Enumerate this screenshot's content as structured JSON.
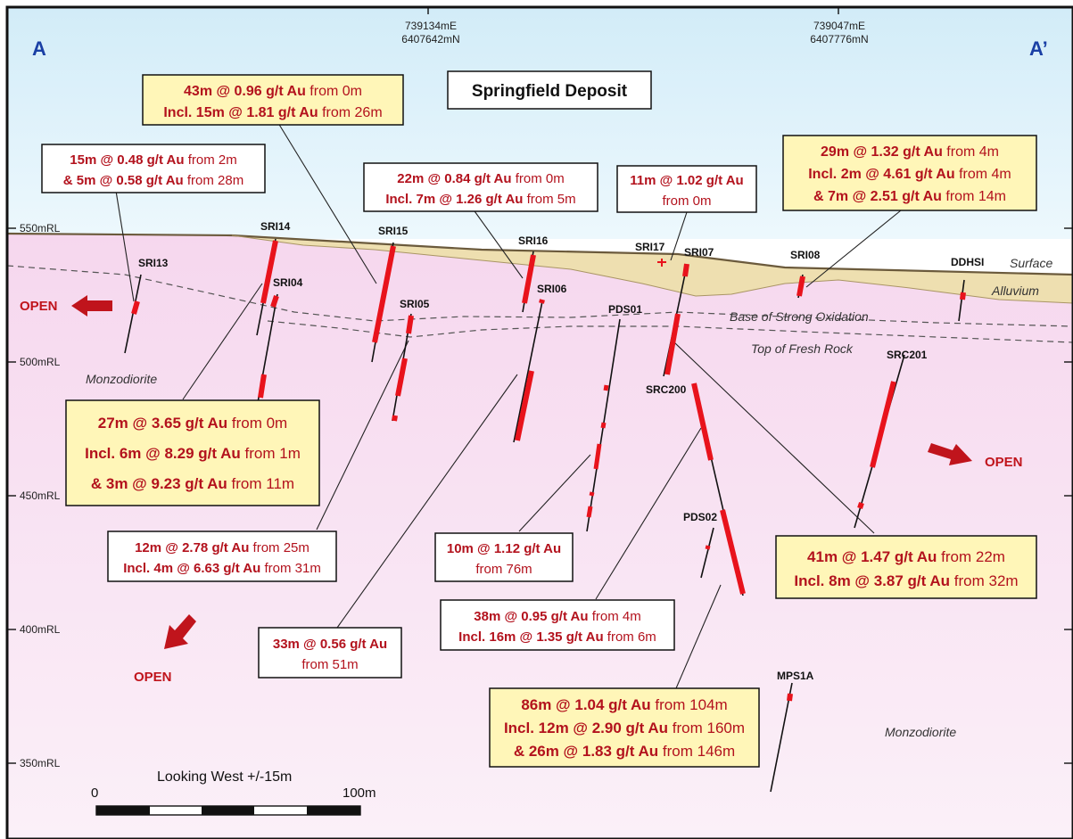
{
  "title": "Springfield Deposit",
  "section_ends": {
    "left": "A",
    "right": "A’"
  },
  "coordinates": [
    {
      "east": "739134mE",
      "north": "6407642mN"
    },
    {
      "east": "739047mE",
      "north": "6407776mN"
    }
  ],
  "rl_labels": [
    "550mRL",
    "500mRL",
    "450mRL",
    "400mRL",
    "350mRL"
  ],
  "surface_labels": {
    "surface": "Surface",
    "alluvium": "Alluvium",
    "base_oxidation": "Base of Strong Oxidation",
    "fresh_rock": "Top of Fresh Rock"
  },
  "rock_labels": [
    "Monzodiorite",
    "Monzodiorite"
  ],
  "open_labels": [
    "OPEN",
    "OPEN",
    "OPEN"
  ],
  "holes": [
    "SRI13",
    "SRI14",
    "SRI04",
    "SRI15",
    "SRI05",
    "SRI16",
    "SRI06",
    "SRI17",
    "SRI07",
    "PDS01",
    "SRC200",
    "PDS02",
    "SRI08",
    "DDHSI",
    "SRC201",
    "MPS1A"
  ],
  "intercepts": [
    {
      "id": "b43",
      "lines": [
        {
          "bold": "43m @ 0.96 g/t Au",
          "rest": " from 0m"
        },
        {
          "bold": "Incl. 15m @ 1.81 g/t Au",
          "rest": " from 26m"
        }
      ]
    },
    {
      "id": "b15",
      "lines": [
        {
          "bold": "15m @ 0.48 g/t Au",
          "rest": " from 2m"
        },
        {
          "bold": "& 5m @ 0.58 g/t Au",
          "rest": " from 28m"
        }
      ]
    },
    {
      "id": "b22",
      "lines": [
        {
          "bold": "22m @ 0.84 g/t Au",
          "rest": " from 0m"
        },
        {
          "bold": "Incl. 7m @ 1.26 g/t Au",
          "rest": " from 5m"
        }
      ]
    },
    {
      "id": "b11",
      "lines": [
        {
          "bold": "11m @ 1.02 g/t Au",
          "rest": ""
        },
        {
          "bold": "",
          "rest": "from 0m"
        }
      ]
    },
    {
      "id": "b29",
      "lines": [
        {
          "bold": "29m @ 1.32 g/t Au",
          "rest": " from 4m"
        },
        {
          "bold": "Incl. 2m @ 4.61 g/t Au",
          "rest": " from 4m"
        },
        {
          "bold": "& 7m @ 2.51 g/t Au",
          "rest": " from 14m"
        }
      ]
    },
    {
      "id": "b27",
      "lines": [
        {
          "bold": "27m @ 3.65 g/t Au",
          "rest": " from 0m"
        },
        {
          "bold": "Incl. 6m @ 8.29 g/t Au",
          "rest": " from 1m"
        },
        {
          "bold": "& 3m @ 9.23 g/t Au",
          "rest": " from 11m"
        }
      ]
    },
    {
      "id": "b12",
      "lines": [
        {
          "bold": "12m @ 2.78 g/t Au",
          "rest": " from 25m"
        },
        {
          "bold": "Incl. 4m @ 6.63 g/t Au",
          "rest": " from 31m"
        }
      ]
    },
    {
      "id": "b10",
      "lines": [
        {
          "bold": "10m @ 1.12 g/t Au",
          "rest": ""
        },
        {
          "bold": "",
          "rest": "from 76m"
        }
      ]
    },
    {
      "id": "b41",
      "lines": [
        {
          "bold": "41m @ 1.47 g/t Au",
          "rest": " from 22m"
        },
        {
          "bold": "Incl. 8m @ 3.87 g/t Au",
          "rest": " from 32m"
        }
      ]
    },
    {
      "id": "b38",
      "lines": [
        {
          "bold": "38m @ 0.95 g/t Au",
          "rest": " from 4m"
        },
        {
          "bold": "Incl. 16m @ 1.35 g/t Au",
          "rest": " from 6m"
        }
      ]
    },
    {
      "id": "b33",
      "lines": [
        {
          "bold": "33m @ 0.56 g/t Au",
          "rest": ""
        },
        {
          "bold": "",
          "rest": "from 51m"
        }
      ]
    },
    {
      "id": "b86",
      "lines": [
        {
          "bold": "86m @ 1.04 g/t Au",
          "rest": " from 104m"
        },
        {
          "bold": "Incl. 12m @ 2.90 g/t Au",
          "rest": " from 160m"
        },
        {
          "bold": "& 26m @ 1.83 g/t Au",
          "rest": " from 146m"
        }
      ]
    }
  ],
  "scale": {
    "caption": "Looking West +/-15m",
    "start": "0",
    "end": "100m"
  },
  "colors": {
    "assay_text": "#b3121d",
    "highlight_box": "#fff6b8",
    "hole_red": "#e8131c",
    "open_red": "#c0141c",
    "section_blue": "#1a3fa5",
    "alluvium": "#eedfb0"
  }
}
